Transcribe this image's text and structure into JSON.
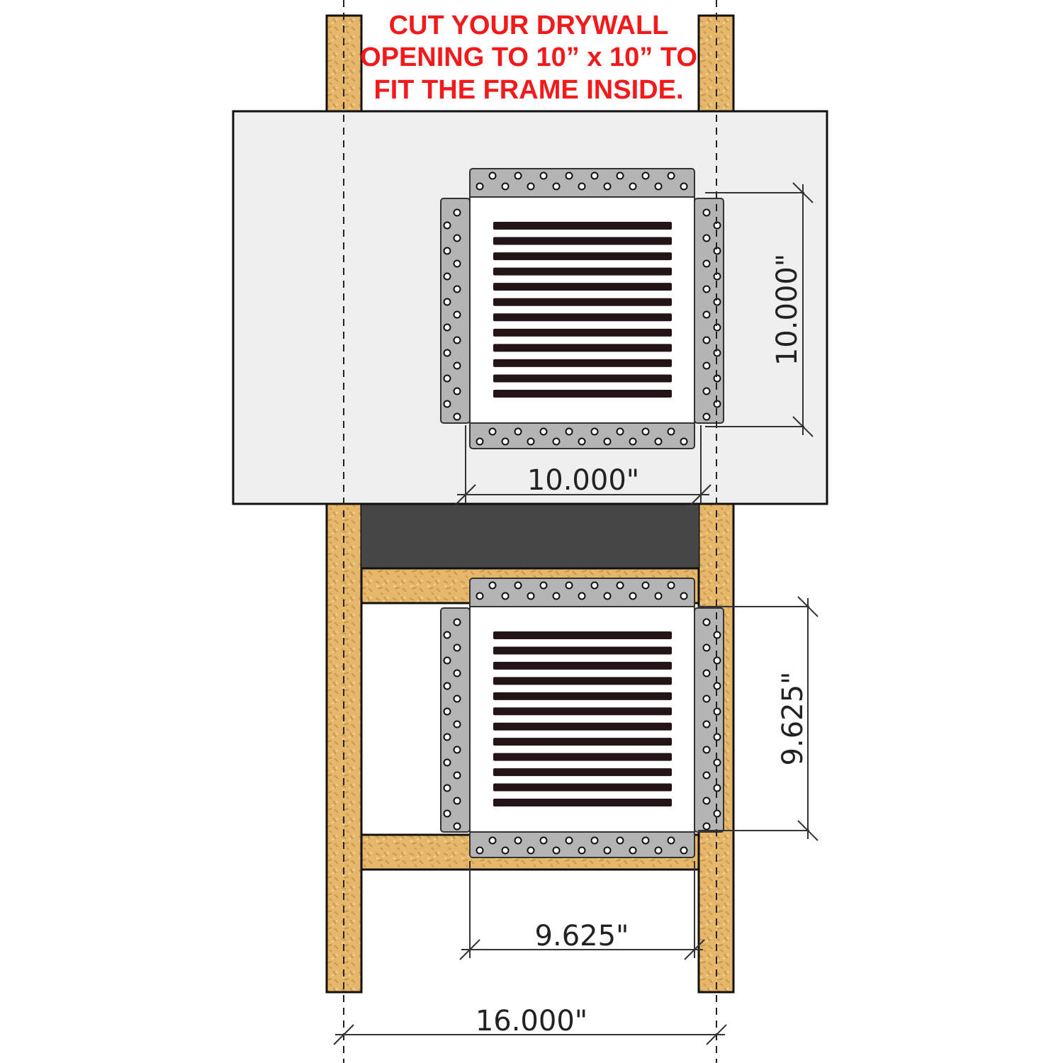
{
  "note": {
    "lines": [
      "CUT YOUR DRYWALL",
      "OPENING TO 10” x 10” TO",
      "FIT THE FRAME  INSIDE."
    ],
    "color": "#f21a1a"
  },
  "dimensions": {
    "top_vertical": "10.000\"",
    "top_horizontal": "10.000\"",
    "bottom_vertical": "9.625\"",
    "bottom_horizontal": "9.625\"",
    "stud_spacing": "16.000\""
  },
  "colors": {
    "wood": "#e6b66a",
    "drywall": "#efefef",
    "flange": "#b4b4b4",
    "slat": "#231516",
    "blocking": "#464646"
  }
}
